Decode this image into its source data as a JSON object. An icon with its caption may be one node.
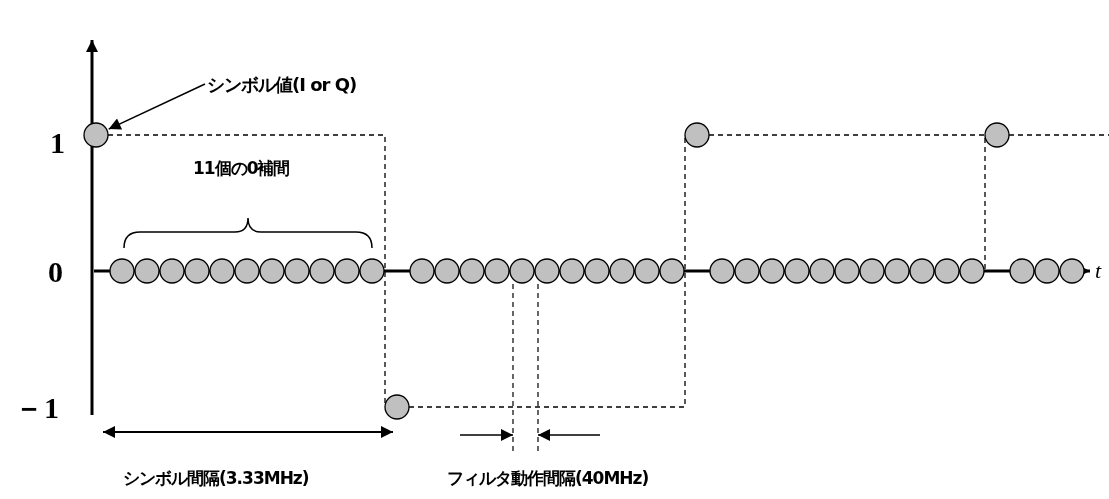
{
  "diagram": {
    "nodes": [
      {
        "text": [
          "シンボル値(I or Q)"
        ]
      },
      {
        "text": [],
        "shape": "circle"
      },
      {
        "text": [],
        "shape": "circle"
      },
      {
        "text": [],
        "shape": "circle"
      },
      {
        "text": [],
        "shape": "circle"
      },
      {
        "text": [],
        "shape": "circle"
      },
      {
        "text": [],
        "shape": "circle"
      },
      {
        "text": [],
        "shape": "circle"
      },
      {
        "text": [],
        "shape": "circle"
      },
      {
        "text": [],
        "shape": "circle"
      },
      {
        "text": [],
        "shape": "circle"
      },
      {
        "text": [],
        "shape": "circle"
      },
      {
        "text": [],
        "shape": "circle"
      },
      {
        "text": [],
        "shape": "circle"
      },
      {
        "text": [],
        "shape": "circle"
      },
      {
        "text": [],
        "shape": "circle"
      },
      {
        "text": [],
        "shape": "circle"
      },
      {
        "text": [],
        "shape": "circle"
      },
      {
        "text": [],
        "shape": "circle"
      },
      {
        "text": [],
        "shape": "circle"
      },
      {
        "text": [],
        "shape": "circle"
      },
      {
        "text": [],
        "shape": "circle"
      },
      {
        "text": [],
        "shape": "circle"
      },
      {
        "text": [],
        "shape": "circle"
      },
      {
        "text": [],
        "shape": "circle"
      },
      {
        "text": [],
        "shape": "circle"
      },
      {
        "text": [],
        "shape": "circle"
      },
      {
        "text": [],
        "shape": "circle"
      },
      {
        "text": [],
        "shape": "circle"
      },
      {
        "text": [],
        "shape": "circle"
      },
      {
        "text": [],
        "shape": "circle"
      },
      {
        "text": [],
        "shape": "circle"
      },
      {
        "text": [],
        "shape": "circle"
      },
      {
        "text": [],
        "shape": "circle"
      },
      {
        "text": [],
        "shape": "circle"
      },
      {
        "text": [],
        "shape": "circle"
      },
      {
        "text": [],
        "shape": "circle"
      },
      {
        "text": [],
        "shape": "circle"
      },
      {
        "text": [],
        "shape": "circle"
      },
      {
        "text": [],
        "shape": "circle"
      },
      {
        "text": [],
        "shape": "circle"
      }
    ],
    "edges": [
      {
        "from": 0,
        "to": 1,
        "arrow": "to"
      },
      {
        "from": 1,
        "to": 13,
        "arrow": "none",
        "style": "dashed"
      },
      {
        "from": 13,
        "to": 25,
        "arrow": "none",
        "style": "dashed"
      },
      {
        "from": 25,
        "to": 36,
        "arrow": "none",
        "style": "dashed"
      },
      {
        "from": 37,
        "to": null,
        "arrow": "none",
        "style": "dashed"
      }
    ],
    "labels": [
      "1",
      "11個の0補間",
      "0",
      "t",
      "－1",
      "シンボル間隔(3.33MHz)",
      "フィルタ動作間隔(40MHz)"
    ]
  }
}
